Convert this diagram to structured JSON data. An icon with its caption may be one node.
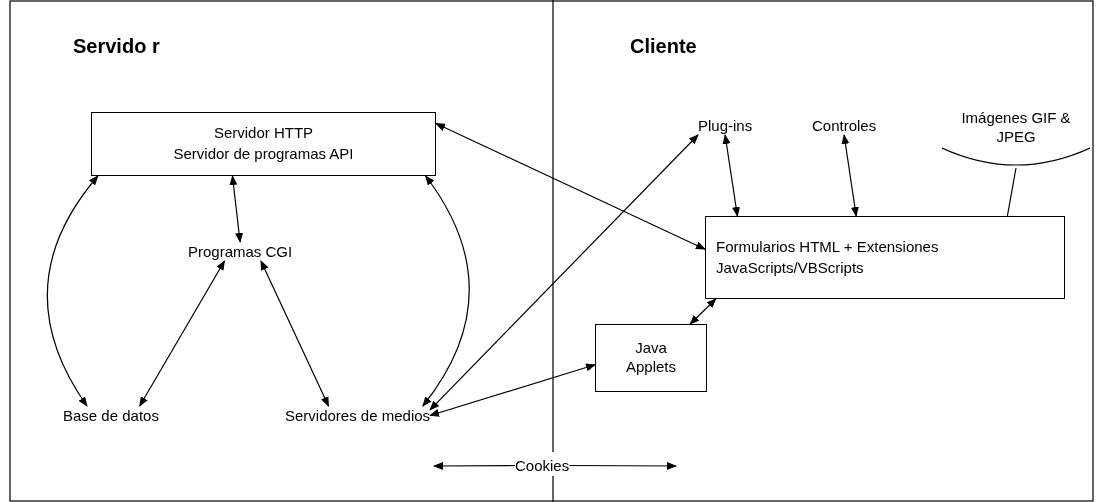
{
  "diagram": {
    "nodes": [
      {
        "text": [
          "Servidor HTTP",
          "Servidor de programas API"
        ]
      },
      {
        "text": [
          "Plug-ins"
        ]
      },
      {
        "text": [
          "Controles"
        ]
      },
      {
        "text": [
          "Imágenes GIF & JPEG"
        ]
      },
      {
        "text": [
          "Programas CGI"
        ]
      },
      {
        "text": [
          "Formularios HTML + Extensiones",
          "JavaScripts/VBScripts"
        ]
      },
      {
        "text": [
          "Java Applets"
        ]
      },
      {
        "text": [
          "Base de datos"
        ]
      },
      {
        "text": [
          "Servidores de medios"
        ]
      },
      {
        "text": [
          "Cookies"
        ]
      }
    ],
    "edges": [
      {
        "from": 0,
        "to": 5,
        "arrow": "both"
      },
      {
        "from": 0,
        "to": 4,
        "arrow": "both"
      },
      {
        "from": 0,
        "to": 7,
        "arrow": "both"
      },
      {
        "from": 0,
        "to": 8,
        "arrow": "both"
      },
      {
        "from": 4,
        "to": 7,
        "arrow": "both"
      },
      {
        "from": 4,
        "to": 8,
        "arrow": "both"
      },
      {
        "from": 8,
        "to": 1,
        "arrow": "both"
      },
      {
        "from": 1,
        "to": 5,
        "arrow": "both"
      },
      {
        "from": 2,
        "to": 5,
        "arrow": "both"
      },
      {
        "from": 3,
        "to": 5,
        "arrow": "none"
      },
      {
        "from": 5,
        "to": 6,
        "arrow": "both"
      },
      {
        "from": 8,
        "to": 6,
        "arrow": "both"
      },
      {
        "from": 9,
        "to": null,
        "arrow": "to"
      },
      {
        "from": 9,
        "to": null,
        "arrow": "to"
      }
    ],
    "labels": [
      "Servido r",
      "Cliente"
    ]
  }
}
